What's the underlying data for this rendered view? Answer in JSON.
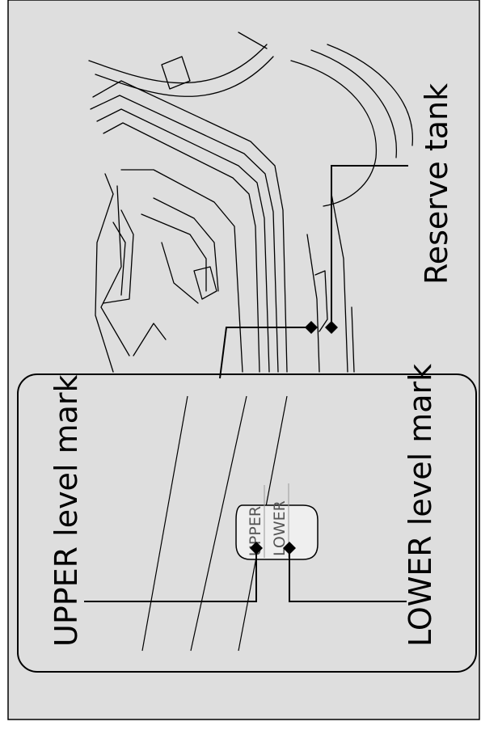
{
  "callouts": {
    "reserve_tank": "Reserve tank",
    "upper_level_mark": "UPPER level mark",
    "lower_level_mark": "LOWER level mark"
  },
  "tank_markings": {
    "upper": "UPPER",
    "lower": "LOWER"
  },
  "colors": {
    "panel_background": "#dedede",
    "frame": "#000000",
    "inset_fill": "#dedede",
    "line_art": "#000000",
    "faint_text": "#9a9a9a"
  }
}
